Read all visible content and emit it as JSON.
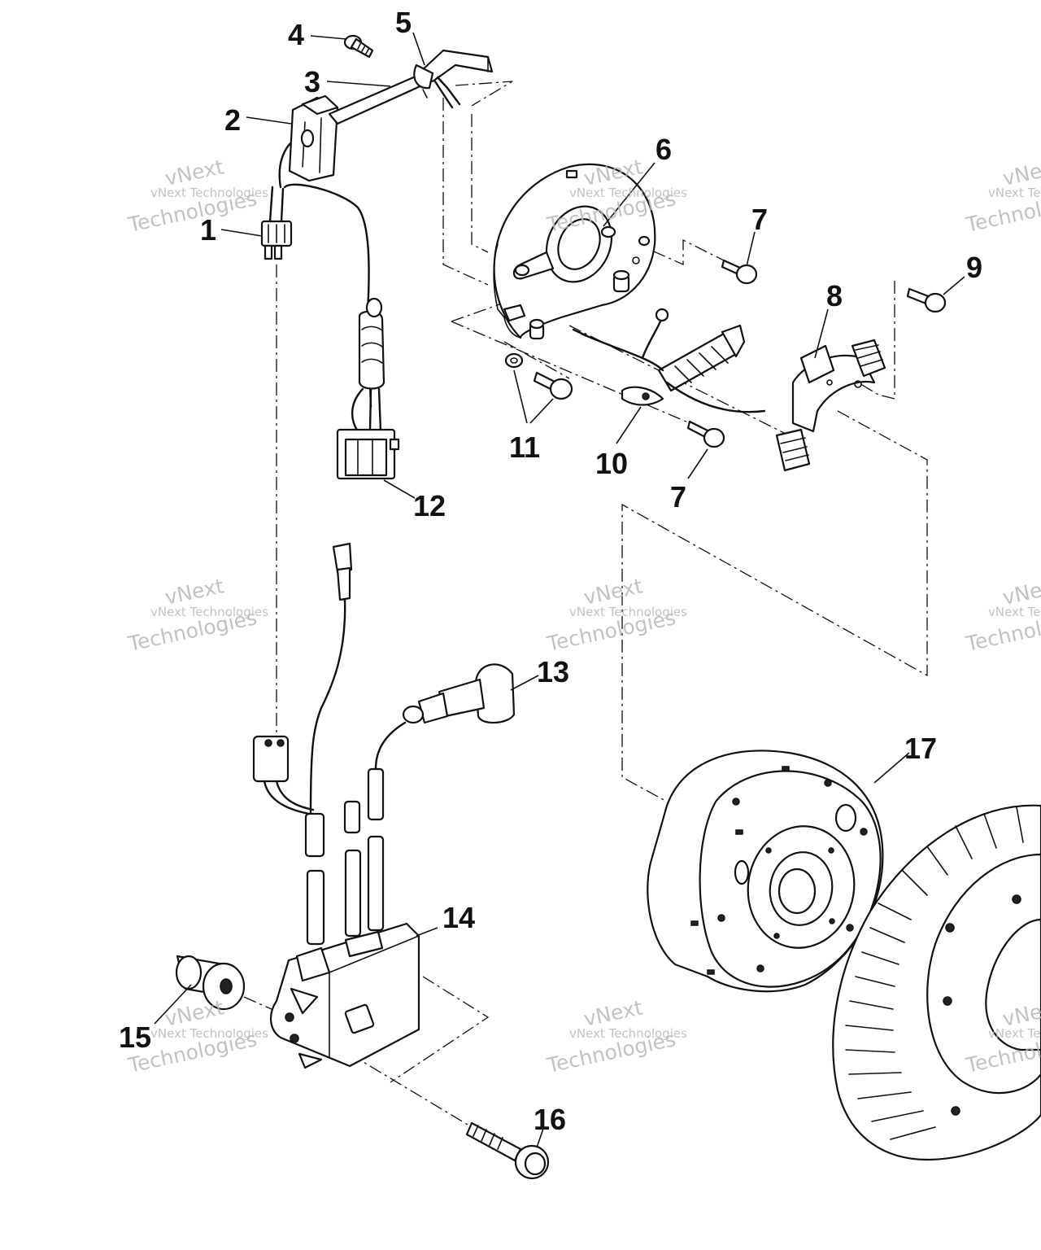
{
  "callouts": {
    "c1": "1",
    "c2": "2",
    "c3": "3",
    "c4": "4",
    "c5": "5",
    "c6": "6",
    "c7a": "7",
    "c7b": "7",
    "c8": "8",
    "c9": "9",
    "c10": "10",
    "c11": "11",
    "c12": "12",
    "c13": "13",
    "c14": "14",
    "c15": "15",
    "c16": "16",
    "c17": "17"
  },
  "watermark": {
    "brand_line": "vNext Technologies",
    "logo_word_1": "vNext",
    "logo_word_2": "Technologies"
  }
}
